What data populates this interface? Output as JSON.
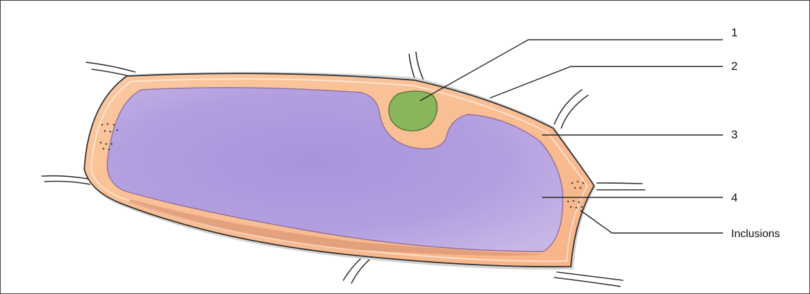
{
  "diagram": {
    "labels": {
      "l1": "1",
      "l2": "2",
      "l3": "3",
      "l4": "4",
      "inclusions": "Inclusions"
    },
    "colors": {
      "wall_line": "#2e2e2e",
      "cytoplasm": "#f8b98c",
      "vacuole": "#ad98d8",
      "nucleus": "#8ab45a",
      "shadow": "#cfcfcf"
    }
  }
}
